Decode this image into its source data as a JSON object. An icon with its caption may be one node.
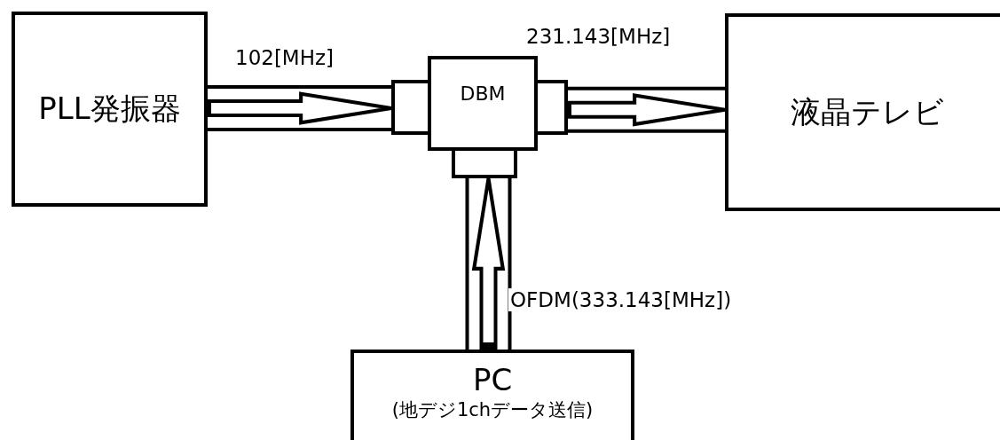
{
  "diagram": {
    "nodes": [
      {
        "text": [
          "PLL発振器"
        ]
      },
      {
        "text": [
          "DBM"
        ]
      },
      {
        "text": [],
        "shape": "box"
      },
      {
        "text": [],
        "shape": "box"
      },
      {
        "text": [],
        "shape": "box"
      },
      {
        "text": [
          "液晶テレビ"
        ]
      },
      {
        "text": [
          "PC",
          "(地デジ1chデータ送信)"
        ]
      }
    ],
    "edges": [
      {
        "from": 0,
        "to": 2,
        "arrow": "to",
        "label": "102[MHz]"
      },
      {
        "from": 3,
        "to": 5,
        "arrow": "to",
        "label": "231.143[MHz]"
      },
      {
        "from": 6,
        "to": 4,
        "arrow": "to",
        "label": "OFDM(333.143[MHz])"
      }
    ]
  }
}
